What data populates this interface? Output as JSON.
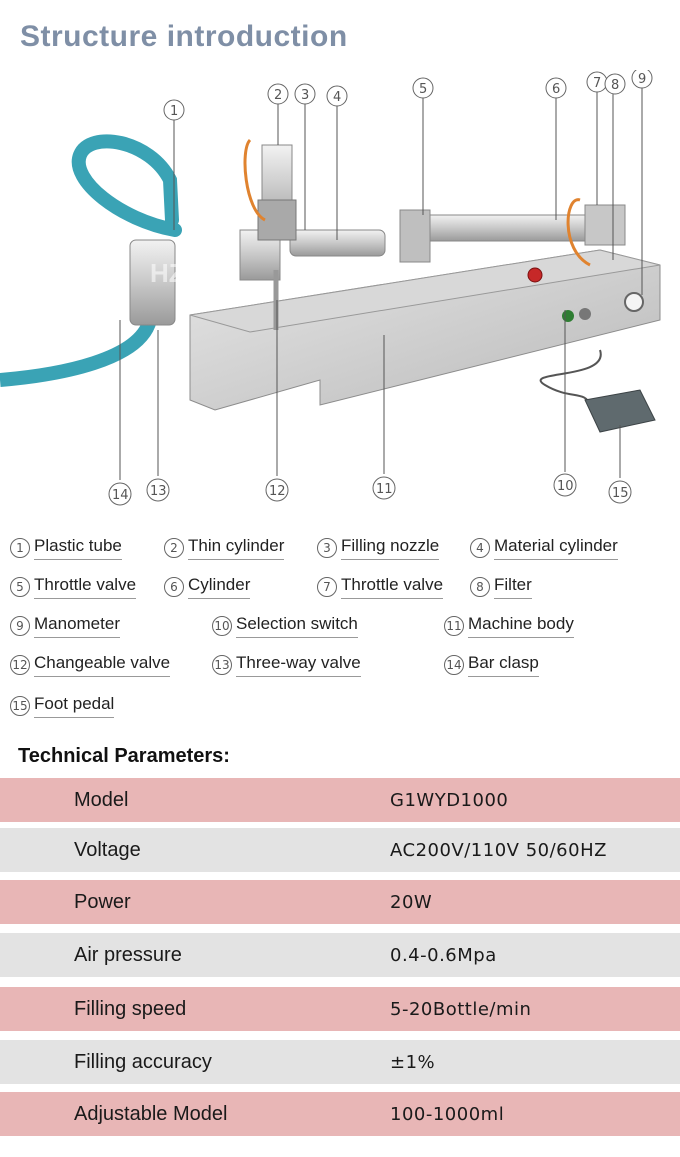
{
  "title": "Structure introduction",
  "legend": [
    {
      "num": "1",
      "label": "Plastic tube"
    },
    {
      "num": "2",
      "label": "Thin cylinder"
    },
    {
      "num": "3",
      "label": "Filling nozzle"
    },
    {
      "num": "4",
      "label": "Material cylinder"
    },
    {
      "num": "5",
      "label": "Throttle valve"
    },
    {
      "num": "6",
      "label": "Cylinder"
    },
    {
      "num": "7",
      "label": "Throttle valve"
    },
    {
      "num": "8",
      "label": "Filter"
    },
    {
      "num": "9",
      "label": "Manometer"
    },
    {
      "num": "10",
      "label": "Selection switch"
    },
    {
      "num": "11",
      "label": "Machine body"
    },
    {
      "num": "12",
      "label": "Changeable valve"
    },
    {
      "num": "13",
      "label": "Three-way valve"
    },
    {
      "num": "14",
      "label": "Bar clasp"
    },
    {
      "num": "15",
      "label": "Foot pedal"
    }
  ],
  "watermark": "HZPK",
  "tech_title": "Technical Parameters:",
  "params": [
    {
      "label": "Model",
      "value": "G1WYD1000"
    },
    {
      "label": "Voltage",
      "value": "AC200V/110V 50/60HZ"
    },
    {
      "label": "Power",
      "value": "20W"
    },
    {
      "label": "Air pressure",
      "value": "0.4-0.6Mpa"
    },
    {
      "label": "Filling speed",
      "value": "5-20Bottle/min"
    },
    {
      "label": "Filling accuracy",
      "value": "±1%"
    },
    {
      "label": "Adjustable Model",
      "value": "100-1000ml"
    }
  ],
  "colors": {
    "pink_row": "#e8b6b6",
    "gray_row": "#e3e3e3",
    "title": "#7f8fa6",
    "hose": "#3aa3b5"
  }
}
